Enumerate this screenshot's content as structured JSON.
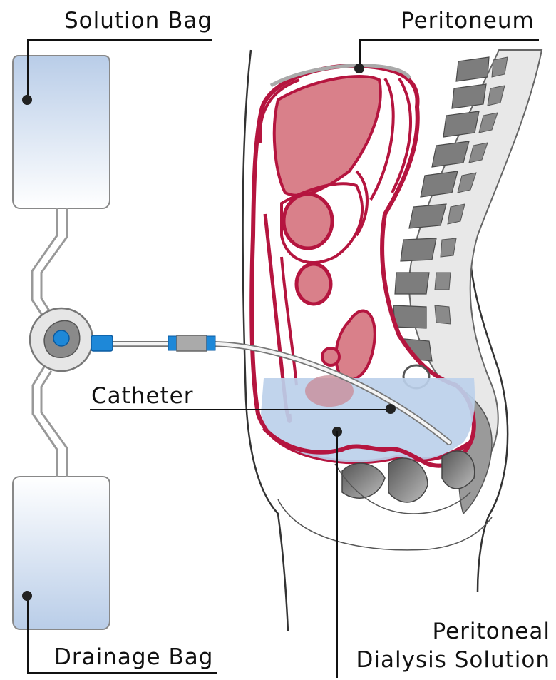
{
  "labels": {
    "solution_bag": "Solution Bag",
    "peritoneum": "Peritoneum",
    "catheter": "Catheter",
    "drainage_bag": "Drainage Bag",
    "pd_solution_line1": "Peritoneal",
    "pd_solution_line2": "Dialysis Solution"
  },
  "colors": {
    "peritoneum": "#b5153f",
    "organ_fill": "#d9808a",
    "solution": "#bcd0ea",
    "spine_gray": "#7a7a7a",
    "connector_blue": "#1e88d8"
  },
  "icons": {
    "bag": "iv-bag-icon",
    "transfer_set": "transfer-set-icon",
    "catheter": "catheter-tube-icon"
  }
}
